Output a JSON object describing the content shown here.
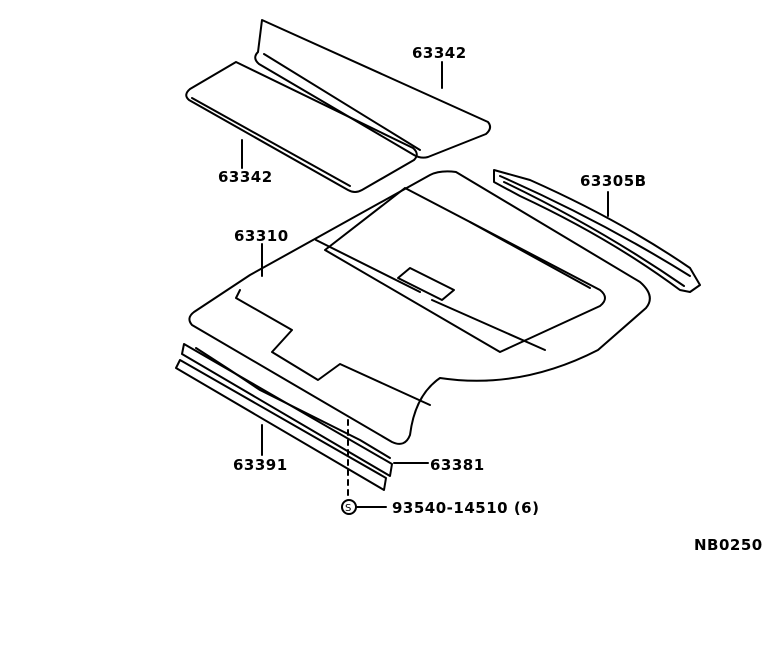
{
  "diagram": {
    "type": "exploded parts diagram",
    "subject": "roof headliner assembly",
    "figure_code": "NB0250",
    "callouts": [
      {
        "id": "visor-upper",
        "part_number": "63342"
      },
      {
        "id": "visor-lower",
        "part_number": "63342"
      },
      {
        "id": "roof-rail",
        "part_number": "63305B"
      },
      {
        "id": "headliner",
        "part_number": "63310"
      },
      {
        "id": "front-trim",
        "part_number": "63391"
      },
      {
        "id": "retainer",
        "part_number": "63381"
      },
      {
        "id": "screw",
        "part_number": "93540-14510 (6)"
      }
    ]
  },
  "colors": {
    "line": "#000000",
    "background": "#ffffff"
  }
}
